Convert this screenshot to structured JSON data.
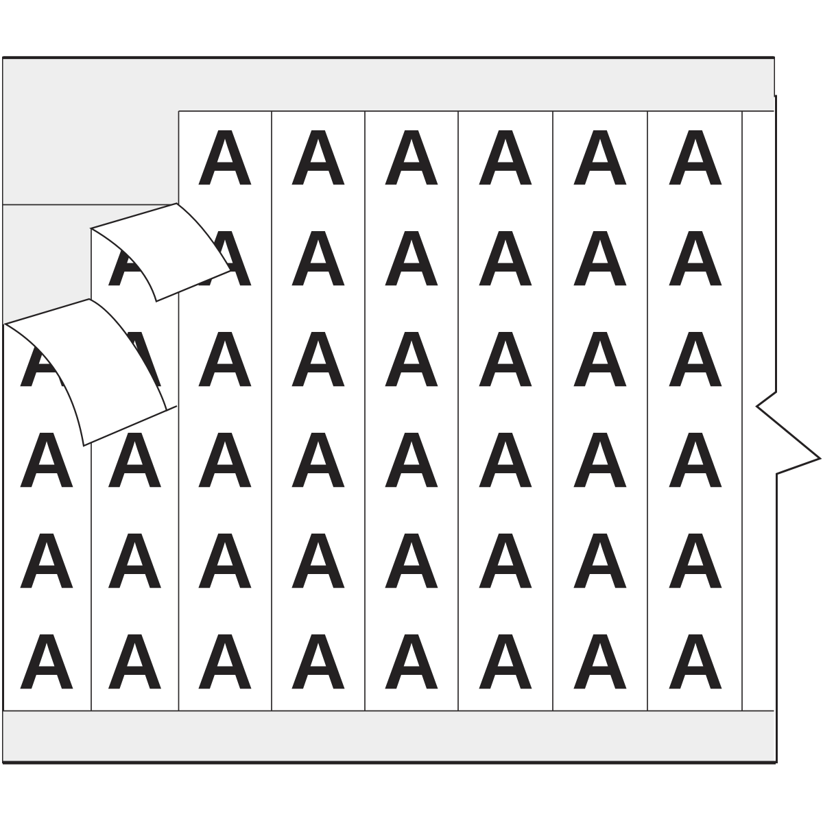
{
  "card": {
    "marker_letter": "A",
    "letter_count": 45,
    "grid": {
      "columns": 8,
      "rows": 6,
      "peeled_cells": [
        {
          "col": 1,
          "row": 1
        },
        {
          "col": 1,
          "row": 2
        },
        {
          "col": 2,
          "row": 1
        }
      ]
    },
    "peeled_labels": [
      {
        "name": "upper-curl"
      },
      {
        "name": "lower-curl"
      }
    ],
    "colors": {
      "page_background": "#ffffff",
      "card_fill": "#ffffff",
      "backing_gray": "#eeeeee",
      "label_white": "#ffffff",
      "ink": "#242122",
      "line": "#2b2829"
    }
  }
}
